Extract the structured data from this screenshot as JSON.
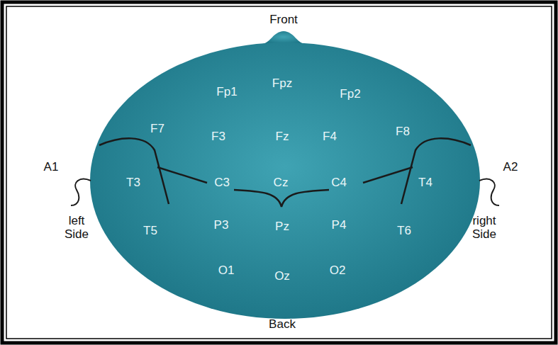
{
  "diagram": {
    "labels": [
      "Front",
      "Fp1",
      "Fpz",
      "Fp2",
      "F7",
      "F3",
      "Fz",
      "F4",
      "F8",
      "A1",
      "T3",
      "C3",
      "Cz",
      "C4",
      "T4",
      "A2",
      "left Side",
      "right Side",
      "T5",
      "P3",
      "Pz",
      "P4",
      "T6",
      "O1",
      "Oz",
      "O2",
      "Back"
    ]
  }
}
